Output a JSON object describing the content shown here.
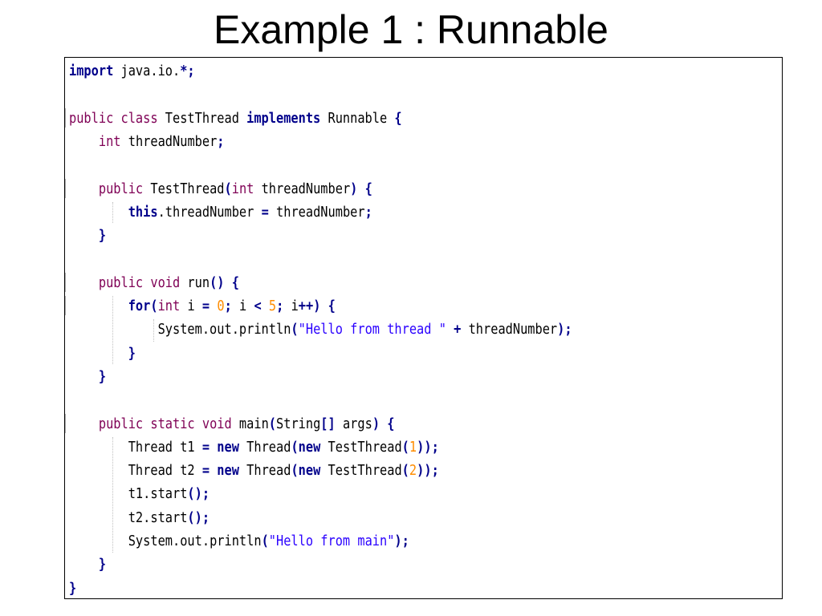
{
  "slide": {
    "title": "Example 1 : Runnable"
  },
  "colors": {
    "keyword": "#7f0055",
    "bold_keyword": "#00008b",
    "number": "#ff8c00",
    "string": "#2a00ff",
    "operator": "#00008b",
    "text": "#000000"
  },
  "code": {
    "lines": [
      {
        "tokens": [
          {
            "t": "import",
            "c": "bold_keyword",
            "b": true
          },
          {
            "t": " java.io.",
            "c": "text"
          },
          {
            "t": "*;",
            "c": "operator",
            "b": true
          }
        ]
      },
      {
        "tokens": []
      },
      {
        "tokens": [
          {
            "t": "public class",
            "c": "keyword"
          },
          {
            "t": " TestThread ",
            "c": "text"
          },
          {
            "t": "implements",
            "c": "bold_keyword",
            "b": true
          },
          {
            "t": " Runnable ",
            "c": "text"
          },
          {
            "t": "{",
            "c": "operator",
            "b": true
          }
        ]
      },
      {
        "tokens": [
          {
            "t": "    "
          },
          {
            "t": "int",
            "c": "keyword"
          },
          {
            "t": " threadNumber",
            "c": "text"
          },
          {
            "t": ";",
            "c": "operator",
            "b": true
          }
        ]
      },
      {
        "tokens": []
      },
      {
        "tokens": [
          {
            "t": "    "
          },
          {
            "t": "public",
            "c": "keyword"
          },
          {
            "t": " TestThread",
            "c": "text"
          },
          {
            "t": "(",
            "c": "operator",
            "b": true
          },
          {
            "t": "int",
            "c": "keyword"
          },
          {
            "t": " threadNumber",
            "c": "text"
          },
          {
            "t": ")",
            "c": "operator",
            "b": true
          },
          {
            "t": " ",
            "c": "text"
          },
          {
            "t": "{",
            "c": "operator",
            "b": true
          }
        ]
      },
      {
        "tokens": [
          {
            "t": "        "
          },
          {
            "t": "this",
            "c": "bold_keyword",
            "b": true
          },
          {
            "t": ".threadNumber ",
            "c": "text"
          },
          {
            "t": "=",
            "c": "operator",
            "b": true
          },
          {
            "t": " threadNumber",
            "c": "text"
          },
          {
            "t": ";",
            "c": "operator",
            "b": true
          }
        ]
      },
      {
        "tokens": [
          {
            "t": "    "
          },
          {
            "t": "}",
            "c": "operator",
            "b": true
          }
        ]
      },
      {
        "tokens": []
      },
      {
        "tokens": [
          {
            "t": "    "
          },
          {
            "t": "public void",
            "c": "keyword"
          },
          {
            "t": " run",
            "c": "text"
          },
          {
            "t": "()",
            "c": "operator",
            "b": true
          },
          {
            "t": " ",
            "c": "text"
          },
          {
            "t": "{",
            "c": "operator",
            "b": true
          }
        ]
      },
      {
        "tokens": [
          {
            "t": "        "
          },
          {
            "t": "for",
            "c": "bold_keyword",
            "b": true
          },
          {
            "t": "(",
            "c": "operator",
            "b": true
          },
          {
            "t": "int",
            "c": "keyword"
          },
          {
            "t": " i ",
            "c": "text"
          },
          {
            "t": "=",
            "c": "operator",
            "b": true
          },
          {
            "t": " ",
            "c": "text"
          },
          {
            "t": "0",
            "c": "number"
          },
          {
            "t": ";",
            "c": "operator",
            "b": true
          },
          {
            "t": " i ",
            "c": "text"
          },
          {
            "t": "<",
            "c": "operator",
            "b": true
          },
          {
            "t": " ",
            "c": "text"
          },
          {
            "t": "5",
            "c": "number"
          },
          {
            "t": ";",
            "c": "operator",
            "b": true
          },
          {
            "t": " i",
            "c": "text"
          },
          {
            "t": "++)",
            "c": "operator",
            "b": true
          },
          {
            "t": " ",
            "c": "text"
          },
          {
            "t": "{",
            "c": "operator",
            "b": true
          }
        ]
      },
      {
        "tokens": [
          {
            "t": "            "
          },
          {
            "t": "System.out.println",
            "c": "text"
          },
          {
            "t": "(",
            "c": "operator",
            "b": true
          },
          {
            "t": "\"Hello from thread \"",
            "c": "string"
          },
          {
            "t": " ",
            "c": "text"
          },
          {
            "t": "+",
            "c": "operator",
            "b": true
          },
          {
            "t": " threadNumber",
            "c": "text"
          },
          {
            "t": ");",
            "c": "operator",
            "b": true
          }
        ]
      },
      {
        "tokens": [
          {
            "t": "        "
          },
          {
            "t": "}",
            "c": "operator",
            "b": true
          }
        ]
      },
      {
        "tokens": [
          {
            "t": "    "
          },
          {
            "t": "}",
            "c": "operator",
            "b": true
          }
        ]
      },
      {
        "tokens": []
      },
      {
        "tokens": [
          {
            "t": "    "
          },
          {
            "t": "public static void",
            "c": "keyword"
          },
          {
            "t": " main",
            "c": "text"
          },
          {
            "t": "(",
            "c": "operator",
            "b": true
          },
          {
            "t": "String",
            "c": "text"
          },
          {
            "t": "[]",
            "c": "operator",
            "b": true
          },
          {
            "t": " args",
            "c": "text"
          },
          {
            "t": ")",
            "c": "operator",
            "b": true
          },
          {
            "t": " ",
            "c": "text"
          },
          {
            "t": "{",
            "c": "operator",
            "b": true
          }
        ]
      },
      {
        "tokens": [
          {
            "t": "        "
          },
          {
            "t": "Thread t1 ",
            "c": "text"
          },
          {
            "t": "=",
            "c": "operator",
            "b": true
          },
          {
            "t": " ",
            "c": "text"
          },
          {
            "t": "new",
            "c": "bold_keyword",
            "b": true
          },
          {
            "t": " Thread",
            "c": "text"
          },
          {
            "t": "(",
            "c": "operator",
            "b": true
          },
          {
            "t": "new",
            "c": "bold_keyword",
            "b": true
          },
          {
            "t": " TestThread",
            "c": "text"
          },
          {
            "t": "(",
            "c": "operator",
            "b": true
          },
          {
            "t": "1",
            "c": "number"
          },
          {
            "t": "));",
            "c": "operator",
            "b": true
          }
        ]
      },
      {
        "tokens": [
          {
            "t": "        "
          },
          {
            "t": "Thread t2 ",
            "c": "text"
          },
          {
            "t": "=",
            "c": "operator",
            "b": true
          },
          {
            "t": " ",
            "c": "text"
          },
          {
            "t": "new",
            "c": "bold_keyword",
            "b": true
          },
          {
            "t": " Thread",
            "c": "text"
          },
          {
            "t": "(",
            "c": "operator",
            "b": true
          },
          {
            "t": "new",
            "c": "bold_keyword",
            "b": true
          },
          {
            "t": " TestThread",
            "c": "text"
          },
          {
            "t": "(",
            "c": "operator",
            "b": true
          },
          {
            "t": "2",
            "c": "number"
          },
          {
            "t": "));",
            "c": "operator",
            "b": true
          }
        ]
      },
      {
        "tokens": [
          {
            "t": "        "
          },
          {
            "t": "t1.start",
            "c": "text"
          },
          {
            "t": "();",
            "c": "operator",
            "b": true
          }
        ]
      },
      {
        "tokens": [
          {
            "t": "        "
          },
          {
            "t": "t2.start",
            "c": "text"
          },
          {
            "t": "();",
            "c": "operator",
            "b": true
          }
        ]
      },
      {
        "tokens": [
          {
            "t": "        "
          },
          {
            "t": "System.out.println",
            "c": "text"
          },
          {
            "t": "(",
            "c": "operator",
            "b": true
          },
          {
            "t": "\"Hello from main\"",
            "c": "string"
          },
          {
            "t": ");",
            "c": "operator",
            "b": true
          }
        ]
      },
      {
        "tokens": [
          {
            "t": "    "
          },
          {
            "t": "}",
            "c": "operator",
            "b": true
          }
        ]
      },
      {
        "tokens": [
          {
            "t": "}",
            "c": "operator",
            "b": true
          }
        ]
      }
    ]
  }
}
